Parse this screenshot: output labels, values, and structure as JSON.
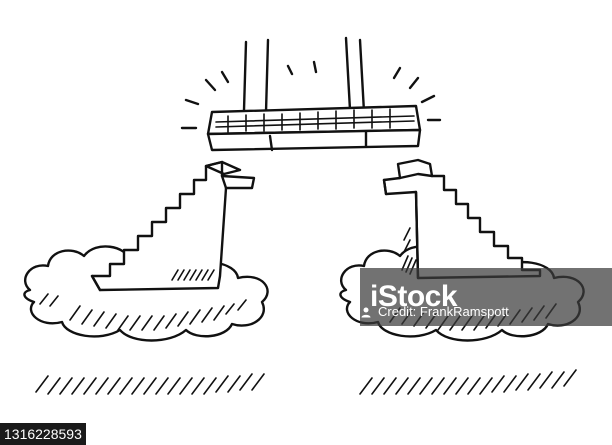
{
  "watermark": {
    "brand": "iStock",
    "credit": "Credit: FrankRamspott",
    "image_id": "1316228593"
  },
  "icons": {
    "credit": "person-icon"
  }
}
